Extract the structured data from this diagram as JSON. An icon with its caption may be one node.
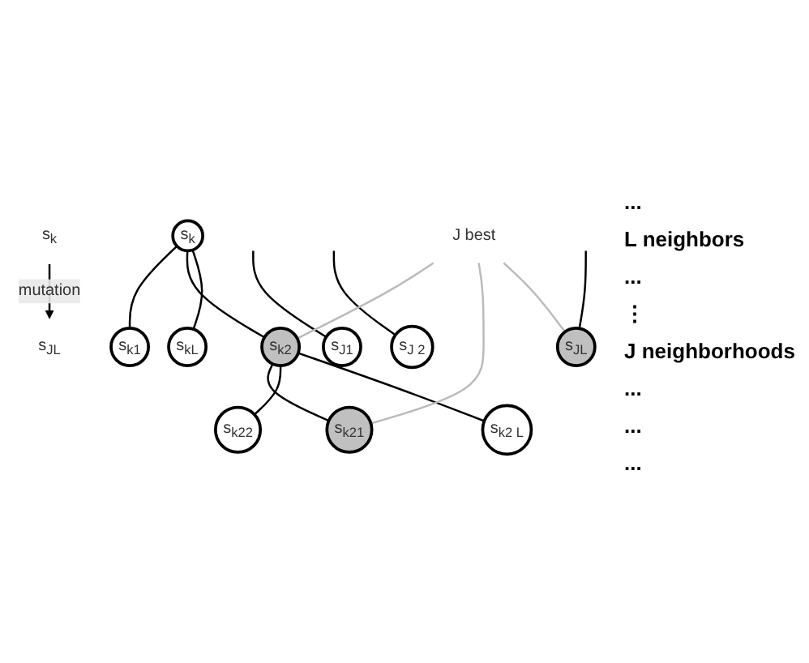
{
  "diagram": {
    "nodes": [
      {
        "text": [
          "s$_{k}$"
        ]
      },
      {
        "text": [
          "s$_{JL}$"
        ]
      },
      {
        "text": [
          "s$_{k}$"
        ]
      },
      {
        "text": [
          "s$_{k1}$"
        ]
      },
      {
        "text": [
          "s$_{k2}$"
        ]
      },
      {
        "text": [
          "s$_{kL}$"
        ]
      },
      {
        "text": [
          "s$_{k21}$"
        ]
      },
      {
        "text": [
          "s$_{k22}$"
        ]
      },
      {
        "text": [
          "s$_{k2 L}$"
        ]
      },
      {
        "text": [
          "s$_{J1}$"
        ]
      },
      {
        "text": [
          "s$_{J 2}$"
        ]
      },
      {
        "text": [
          "s$_{JL}$"
        ]
      },
      {
        "text": [
          "J best"
        ]
      }
    ],
    "edges": [
      {
        "from": 0,
        "to": 1,
        "arrow": "to",
        "label": "mutation"
      },
      {
        "from": 2,
        "to": 3,
        "arrow": "none"
      },
      {
        "from": 2,
        "to": 4,
        "arrow": "none"
      },
      {
        "from": 2,
        "to": 5,
        "arrow": "none"
      },
      {
        "from": 4,
        "to": 6,
        "arrow": "none"
      },
      {
        "from": 4,
        "to": 7,
        "arrow": "none"
      },
      {
        "from": 4,
        "to": 8,
        "arrow": "none"
      },
      {
        "from": null,
        "to": 9,
        "arrow": "none"
      },
      {
        "from": null,
        "to": 10,
        "arrow": "none"
      },
      {
        "from": null,
        "to": 11,
        "arrow": "none"
      },
      {
        "from": 12,
        "to": 4,
        "arrow": "none",
        "color": "#bbbbbb"
      },
      {
        "from": 12,
        "to": 6,
        "arrow": "none",
        "color": "#bbbbbb"
      },
      {
        "from": 12,
        "to": 11,
        "arrow": "none",
        "color": "#bbbbbb"
      }
    ],
    "labels": [
      "...",
      "L neighbors",
      "...",
      "⋮",
      "J neighborhoods",
      "...",
      "...",
      "..."
    ]
  }
}
